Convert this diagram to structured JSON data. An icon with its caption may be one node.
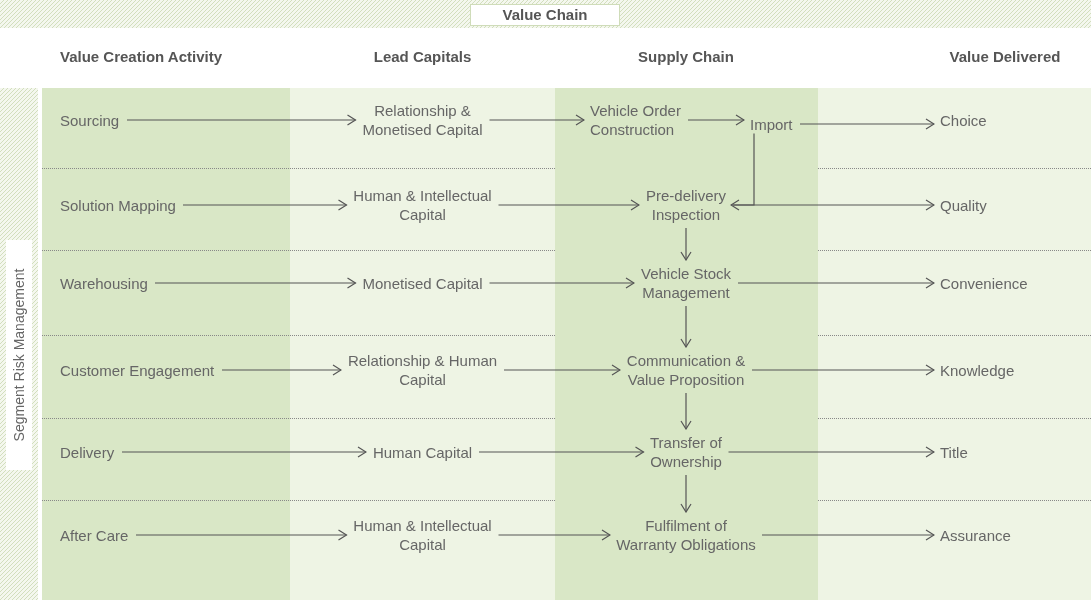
{
  "diagram": {
    "title": "Value Chain",
    "nodes": [
      {
        "text": [
          "Sourcing"
        ]
      },
      {
        "text": [
          "Relationship & Monetised Capital"
        ]
      },
      {
        "text": [
          "Vehicle Order Construction"
        ]
      },
      {
        "text": [
          "Import"
        ]
      },
      {
        "text": [
          "Choice"
        ]
      },
      {
        "text": [
          "Solution Mapping"
        ]
      },
      {
        "text": [
          "Human & Intellectual Capital"
        ]
      },
      {
        "text": [
          "Pre-delivery Inspection"
        ]
      },
      {
        "text": [
          "Quality"
        ]
      },
      {
        "text": [
          "Warehousing"
        ]
      },
      {
        "text": [
          "Monetised Capital"
        ]
      },
      {
        "text": [
          "Vehicle Stock Management"
        ]
      },
      {
        "text": [
          "Convenience"
        ]
      },
      {
        "text": [
          "Customer Engagement"
        ]
      },
      {
        "text": [
          "Relationship & Human Capital"
        ]
      },
      {
        "text": [
          "Communication & Value Proposition"
        ]
      },
      {
        "text": [
          "Knowledge"
        ]
      },
      {
        "text": [
          "Delivery"
        ]
      },
      {
        "text": [
          "Human Capital"
        ]
      },
      {
        "text": [
          "Transfer of Ownership"
        ]
      },
      {
        "text": [
          "Title"
        ]
      },
      {
        "text": [
          "After Care"
        ]
      },
      {
        "text": [
          "Human & Intellectual Capital"
        ]
      },
      {
        "text": [
          "Fulfilment of Warranty Obligations"
        ]
      },
      {
        "text": [
          "Assurance"
        ]
      }
    ],
    "edges": [
      {
        "from": 0,
        "to": 1,
        "arrow": "to"
      },
      {
        "from": 1,
        "to": 2,
        "arrow": "to"
      },
      {
        "from": 2,
        "to": 3,
        "arrow": "to"
      },
      {
        "from": 3,
        "to": 4,
        "arrow": "to"
      },
      {
        "from": 3,
        "to": 7,
        "arrow": "to"
      },
      {
        "from": 5,
        "to": 6,
        "arrow": "to"
      },
      {
        "from": 6,
        "to": 7,
        "arrow": "to"
      },
      {
        "from": 7,
        "to": 8,
        "arrow": "to"
      },
      {
        "from": 7,
        "to": 11,
        "arrow": "to"
      },
      {
        "from": 9,
        "to": 10,
        "arrow": "to"
      },
      {
        "from": 10,
        "to": 11,
        "arrow": "to"
      },
      {
        "from": 11,
        "to": 12,
        "arrow": "to"
      },
      {
        "from": 11,
        "to": 15,
        "arrow": "to"
      },
      {
        "from": 13,
        "to": 14,
        "arrow": "to"
      },
      {
        "from": 14,
        "to": 15,
        "arrow": "to"
      },
      {
        "from": 15,
        "to": 16,
        "arrow": "to"
      },
      {
        "from": 15,
        "to": 19,
        "arrow": "to"
      },
      {
        "from": 17,
        "to": 18,
        "arrow": "to"
      },
      {
        "from": 18,
        "to": 19,
        "arrow": "to"
      },
      {
        "from": 19,
        "to": 20,
        "arrow": "to"
      },
      {
        "from": 19,
        "to": 23,
        "arrow": "to"
      },
      {
        "from": 21,
        "to": 22,
        "arrow": "to"
      },
      {
        "from": 22,
        "to": 23,
        "arrow": "to"
      },
      {
        "from": 23,
        "to": 24,
        "arrow": "to"
      }
    ],
    "labels": [
      "Value Creation Activity",
      "Lead Capitals",
      "Supply Chain",
      "Value Delivered",
      "Segment Risk Management"
    ]
  }
}
